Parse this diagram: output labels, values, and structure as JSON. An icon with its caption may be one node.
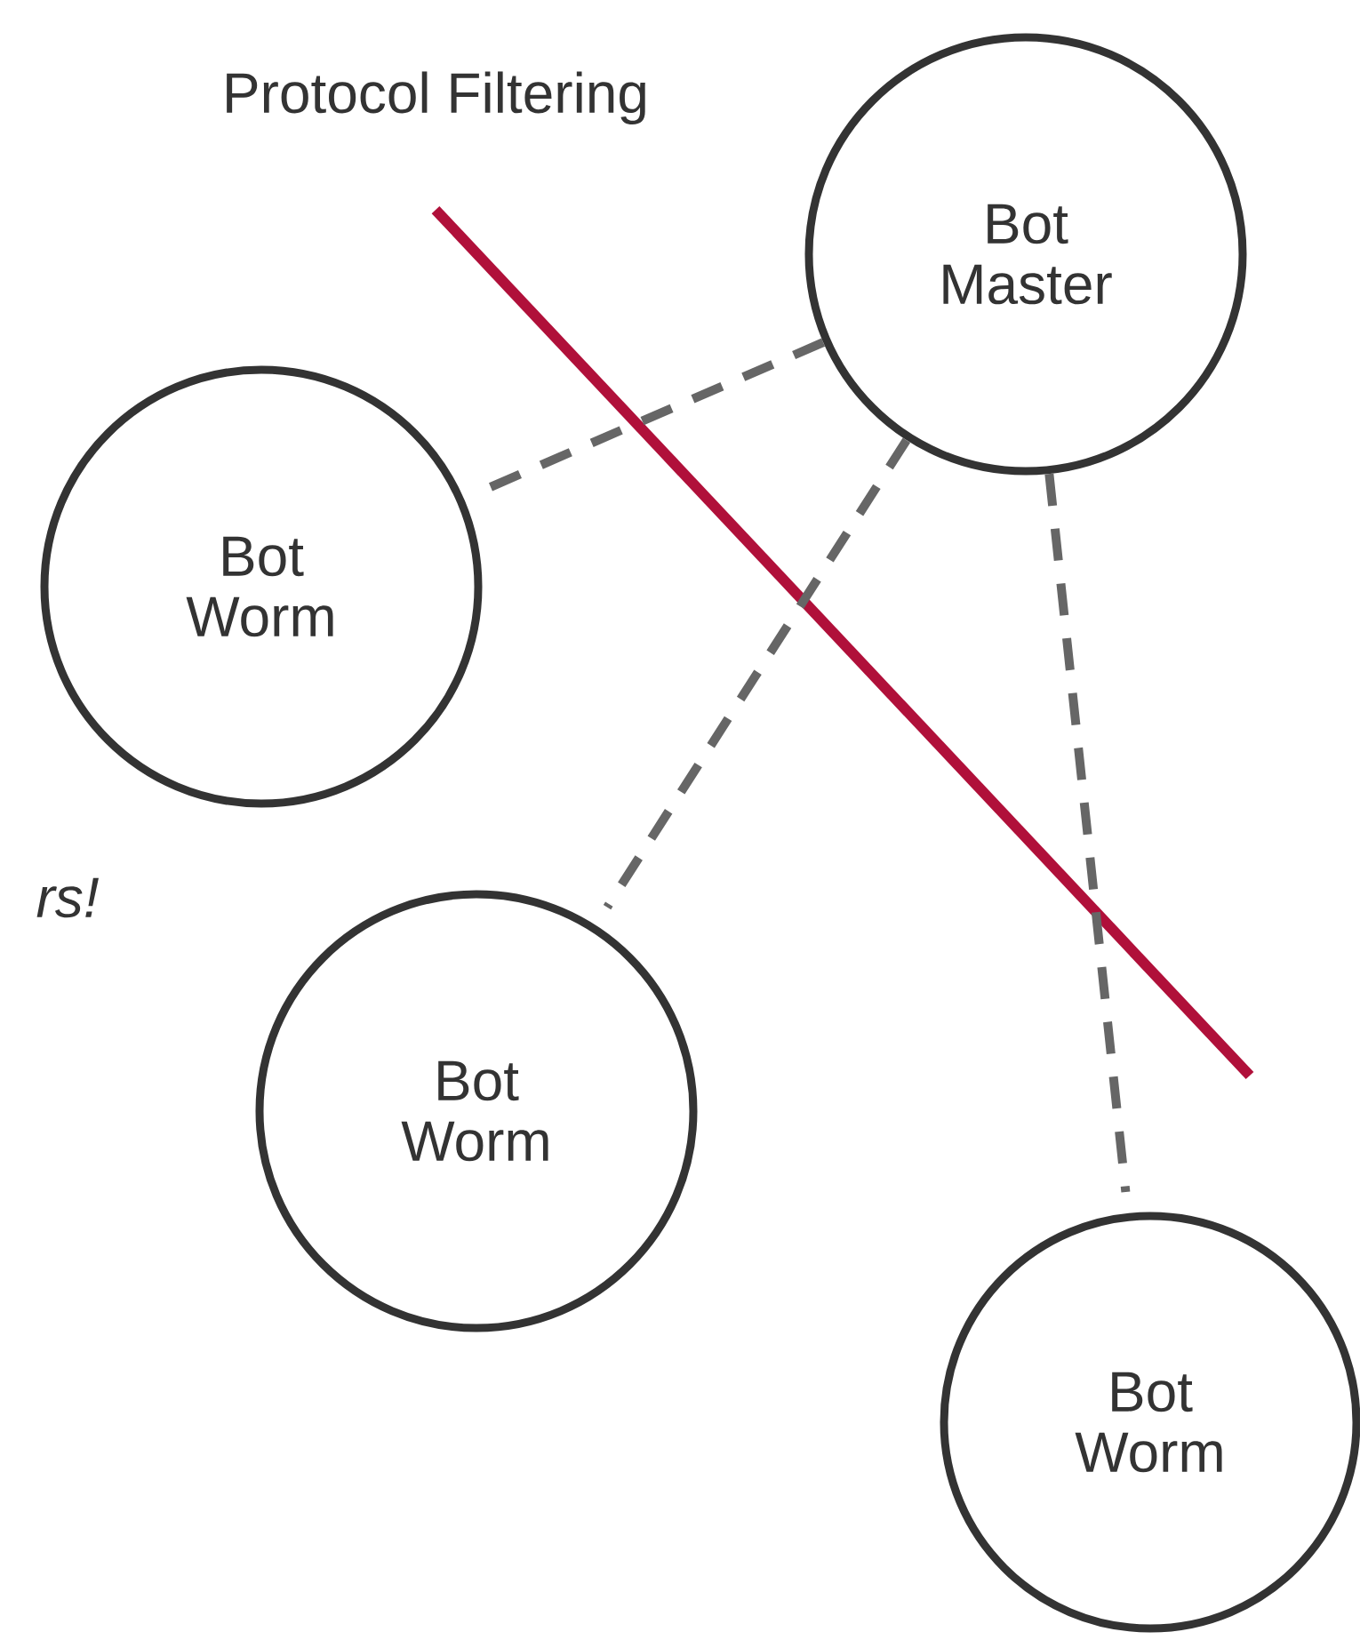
{
  "diagram": {
    "nodes": [
      {
        "text": [
          "Bot Master"
        ]
      },
      {
        "text": [
          "Bot Worm"
        ]
      },
      {
        "text": [
          "Bot Worm"
        ]
      },
      {
        "text": [
          "Bot Worm"
        ]
      }
    ],
    "edges": [
      {
        "from": 0,
        "to": 1,
        "arrow": "none",
        "style": "dashed"
      },
      {
        "from": 0,
        "to": 2,
        "arrow": "none",
        "style": "dashed"
      },
      {
        "from": 0,
        "to": 3,
        "arrow": "none",
        "style": "dashed"
      }
    ],
    "labels": [
      "Protocol Filtering",
      "rs!"
    ]
  }
}
